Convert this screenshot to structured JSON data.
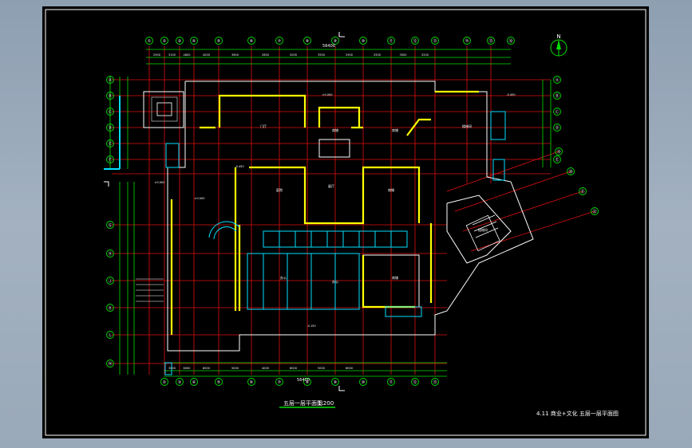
{
  "drawing": {
    "north_label": "N",
    "title": "五层一层平面图",
    "scale": "1:200",
    "sheet_caption": "4.11  商业+文化  五层一层平面图",
    "overall_top": "56400",
    "overall_bottom": "56400"
  },
  "axes_top": [
    "①",
    "②",
    "③",
    "④",
    "⑤",
    "⑥",
    "⑦",
    "⑧",
    "⑨",
    "⑩",
    "⑪",
    "⑫",
    "⑬",
    "⑭",
    "⑮",
    "⑯"
  ],
  "axes_left": [
    "Ⓐ",
    "Ⓑ",
    "Ⓒ",
    "Ⓓ",
    "Ⓔ",
    "Ⓕ",
    "Ⓖ",
    "Ⓗ",
    "Ⓙ",
    "Ⓚ",
    "Ⓛ",
    "Ⓜ"
  ],
  "axes_right": [
    "Ⓐ",
    "Ⓑ",
    "Ⓒ",
    "Ⓓ",
    "Ⓔ"
  ],
  "axes_diag": [
    "⑲",
    "⑳",
    "㉑",
    "㉒"
  ],
  "dims_top": [
    "2900",
    "3100",
    "4800",
    "4000",
    "3600",
    "2600",
    "5000",
    "3500",
    "2900",
    "2500",
    "3000",
    "3200"
  ],
  "dims_bottom": [
    "3000",
    "6000",
    "8000",
    "5000",
    "4000",
    "8000",
    "5000",
    "6000"
  ],
  "rooms": [
    "门厅",
    "商铺",
    "商铺",
    "展厅",
    "庭院",
    "商铺",
    "办公",
    "办公",
    "商铺",
    "楼梯间",
    "楼梯间"
  ],
  "elev_tags": [
    "±0.000",
    "-0.450",
    "±0.000",
    "-0.450",
    "±0.000",
    "-0.150"
  ],
  "colors": {
    "wall": "#ffff00",
    "grid": "#ff0000",
    "dim": "#00ff00",
    "glass": "#00ffff",
    "text": "#ffffff",
    "line": "#ffffff"
  }
}
